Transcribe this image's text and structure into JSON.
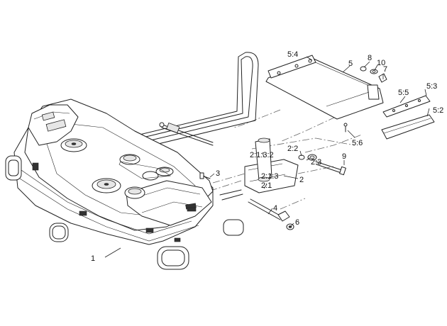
{
  "callouts": [
    {
      "id": "c1",
      "label": "1"
    },
    {
      "id": "c2",
      "label": "2"
    },
    {
      "id": "c2_1",
      "label": "2:1"
    },
    {
      "id": "c2_1_3",
      "label": "2:1:3"
    },
    {
      "id": "c2_1_3_2",
      "label": "2:1:3:2"
    },
    {
      "id": "c2_2",
      "label": "2:2"
    },
    {
      "id": "c2_3",
      "label": "2:3"
    },
    {
      "id": "c3",
      "label": "3"
    },
    {
      "id": "c4",
      "label": "4"
    },
    {
      "id": "c5",
      "label": "5"
    },
    {
      "id": "c5_2",
      "label": "5:2"
    },
    {
      "id": "c5_3",
      "label": "5:3"
    },
    {
      "id": "c5_4",
      "label": "5:4"
    },
    {
      "id": "c5_5",
      "label": "5:5"
    },
    {
      "id": "c5_6",
      "label": "5:6"
    },
    {
      "id": "c6",
      "label": "6"
    },
    {
      "id": "c7",
      "label": "7"
    },
    {
      "id": "c8",
      "label": "8"
    },
    {
      "id": "c9",
      "label": "9"
    },
    {
      "id": "c10",
      "label": "10"
    }
  ],
  "colors": {
    "line": "#222222",
    "background": "#ffffff",
    "shade": "#e6e6e6"
  }
}
